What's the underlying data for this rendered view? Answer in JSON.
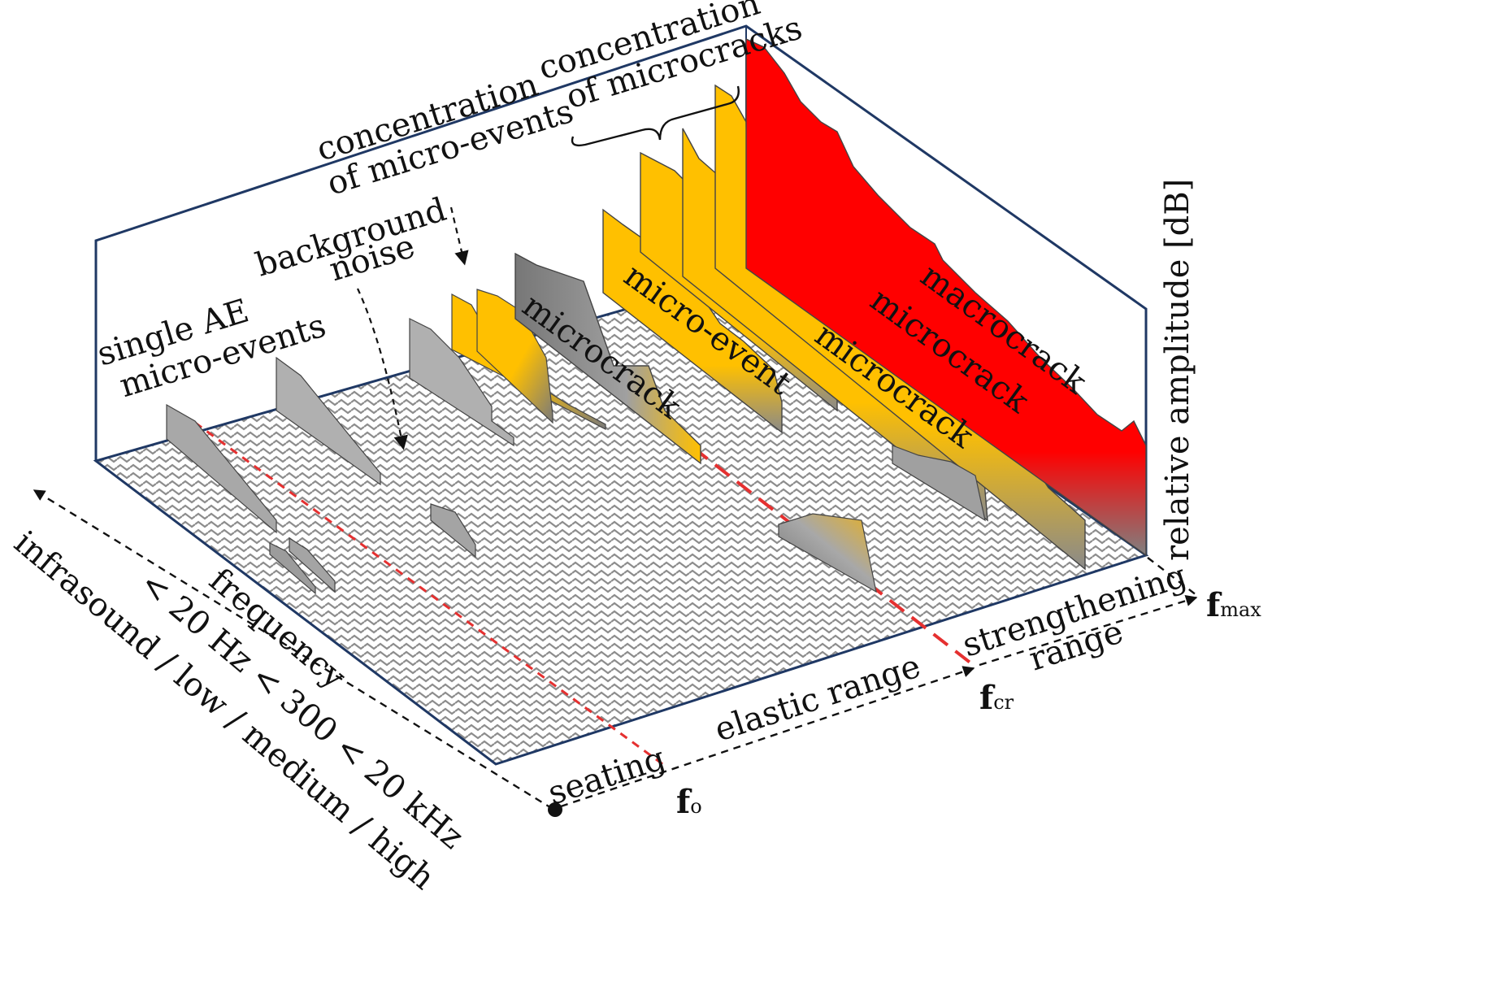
{
  "axes": {
    "vertical_label": "relative amplitude [dB]",
    "depth_title": "frequency",
    "depth_thresholds": "< 20 Hz < 300 < 20 kHz",
    "depth_bands": "infrasound / low / medium / high",
    "load_marks": [
      {
        "base": "f",
        "sub": "o"
      },
      {
        "base": "f",
        "sub": "cr"
      },
      {
        "base": "f",
        "sub": "max"
      }
    ],
    "ranges": {
      "seating": "seating",
      "elastic": "elastic range",
      "strengthening_line1": "strengthening",
      "strengthening_line2": "range"
    }
  },
  "annotations": {
    "single_ae": [
      "single AE",
      "micro-events"
    ],
    "background_noise": [
      "background",
      "noise"
    ],
    "concentration_events": [
      "concentration",
      "of micro-events"
    ],
    "concentration_cracks": [
      "concentration",
      "of microcracks"
    ]
  },
  "peak_labels": {
    "microcrack_grey": "microcrack",
    "micro_event": "micro-event",
    "microcrack_a": "microcrack",
    "microcrack_b": "microcrack",
    "macrocrack": "macrocrack"
  },
  "colors": {
    "event_grey": "#a8a8a8",
    "event_yellow": "#ffc000",
    "macrocrack_red": "#ff0000",
    "threshold_line": "#e53030",
    "frame": "#1f3864"
  }
}
